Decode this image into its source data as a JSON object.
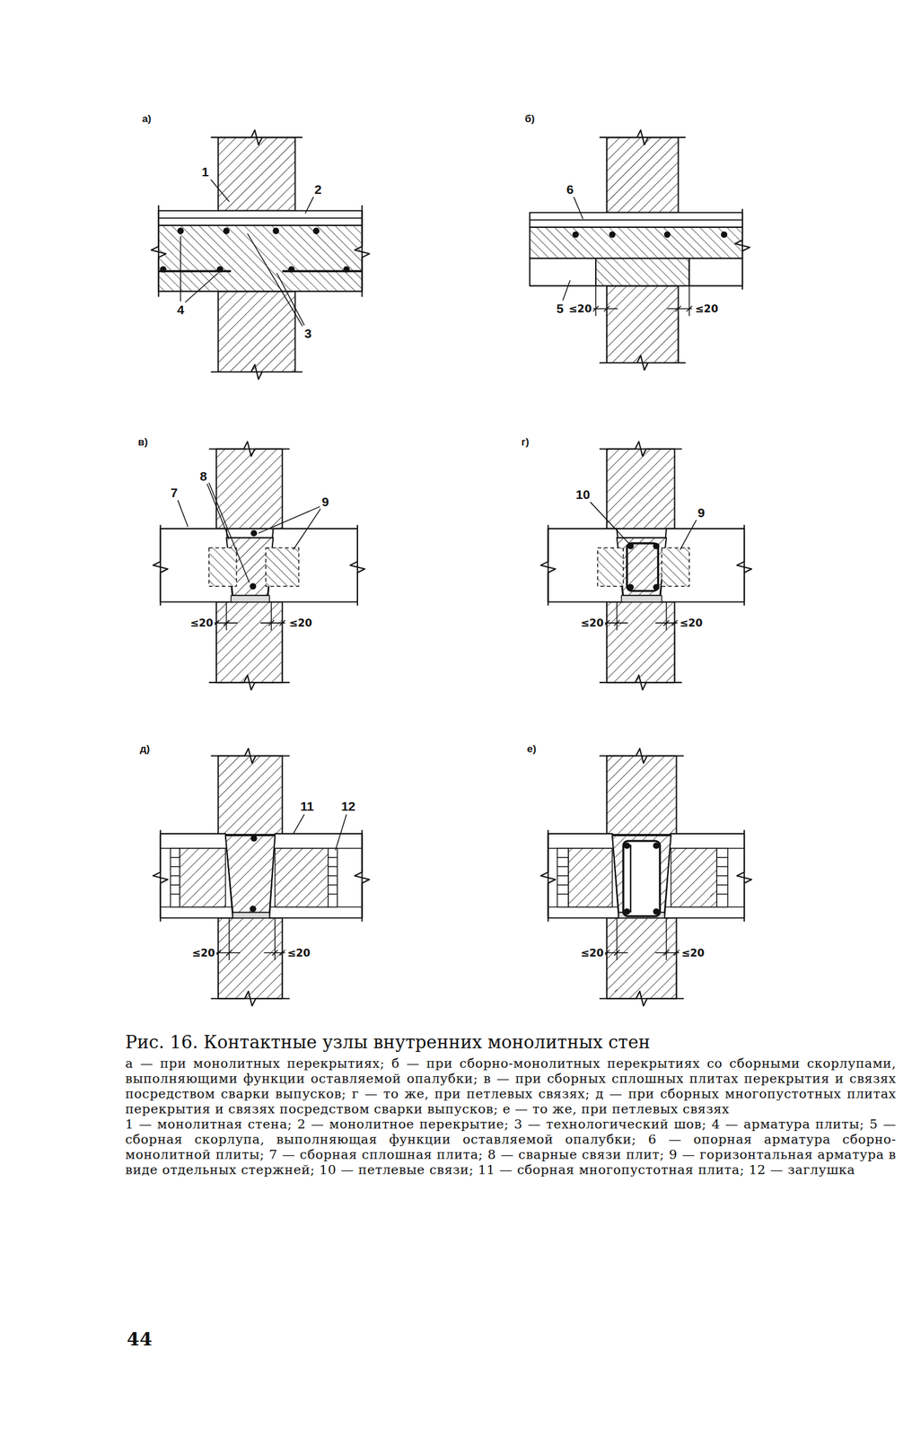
{
  "diagram": {
    "title": "Рис. 16. Контактные узлы внутренних монолитных стен",
    "caption": "а — при монолитных перекрытиях; б — при сборно-монолитных перекрытиях со сборными скорлупами, выполняющими функции оставляемой опалубки; в — при сборных сплошных плитах перекрытия и связях посредством сварки выпусков; г — то же, при петлевых связях; д — при сборных многопустотных плитах перекрытия и связях посредством сварки выпусков; е — то же, при петлевых связях",
    "labels": [
      "а)",
      "1",
      "2",
      "4",
      "3",
      "б)",
      "6",
      "5",
      "≤20",
      "≤20",
      "в)",
      "7",
      "8",
      "9",
      "≤20",
      "≤20",
      "г)",
      "10",
      "9",
      "≤20",
      "≤20",
      "д)",
      "11",
      "12",
      "≤20",
      "≤20",
      "е)",
      "≤20",
      "≤20",
      "1 — монолитная стена; 2 — монолитное перекрытие; 3 — технологический шов; 4 — арматура плиты; 5 — сборная скорлупа, выполняющая функции оставляемой опалубки; 6 — опорная арматура сборно-монолитной плиты; 7 — сборная сплошная плита; 8 — сварные связи плит; 9 — горизонтальная арматура в виде отдельных стержней; 10 — петлевые связи; 11 — сборная многопустотная плита; 12 — заглушка",
      "44"
    ]
  }
}
